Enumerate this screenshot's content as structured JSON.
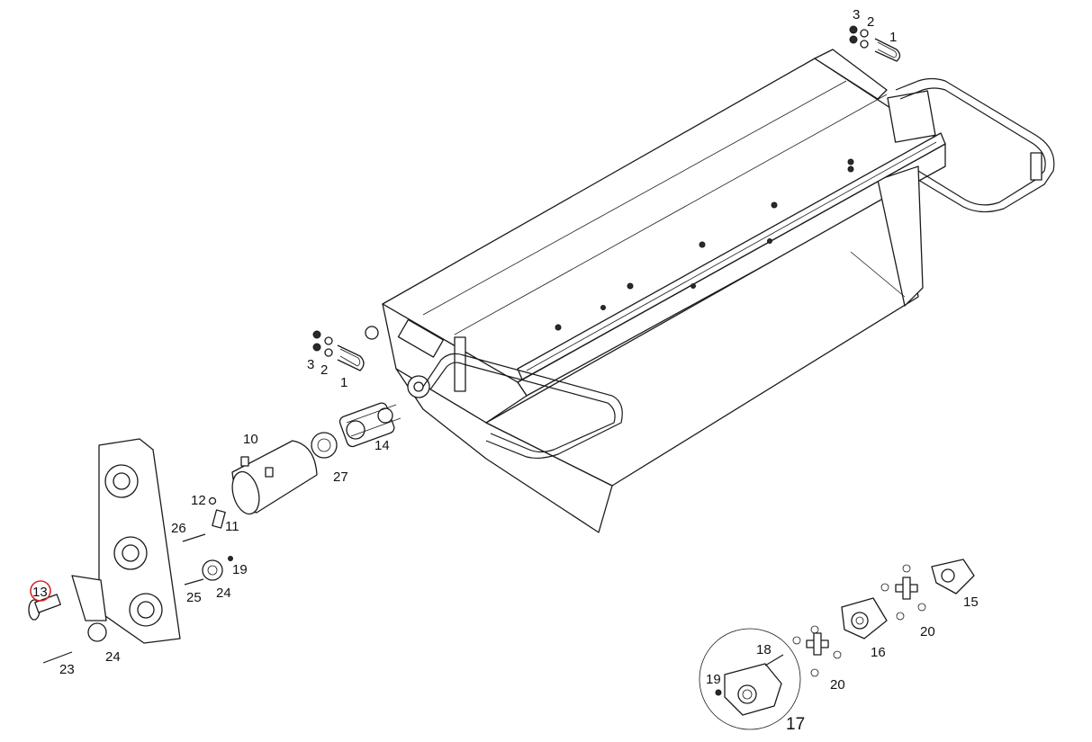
{
  "highlight_color": "#d62728",
  "callouts": {
    "c1_top": "1",
    "c2_top": "2",
    "c3_top": "3",
    "c1_mid": "1",
    "c2_mid": "2",
    "c3_mid": "3",
    "c10": "10",
    "c11": "11",
    "c12": "12",
    "c13": "13",
    "c14": "14",
    "c15": "15",
    "c16": "16",
    "c17": "17",
    "c18": "18",
    "c19_left": "19",
    "c19_inset": "19",
    "c20_top": "20",
    "c20_bottom": "20",
    "c23": "23",
    "c24_bottom": "24",
    "c24_mid": "24",
    "c25": "25",
    "c26": "26",
    "c27": "27"
  }
}
